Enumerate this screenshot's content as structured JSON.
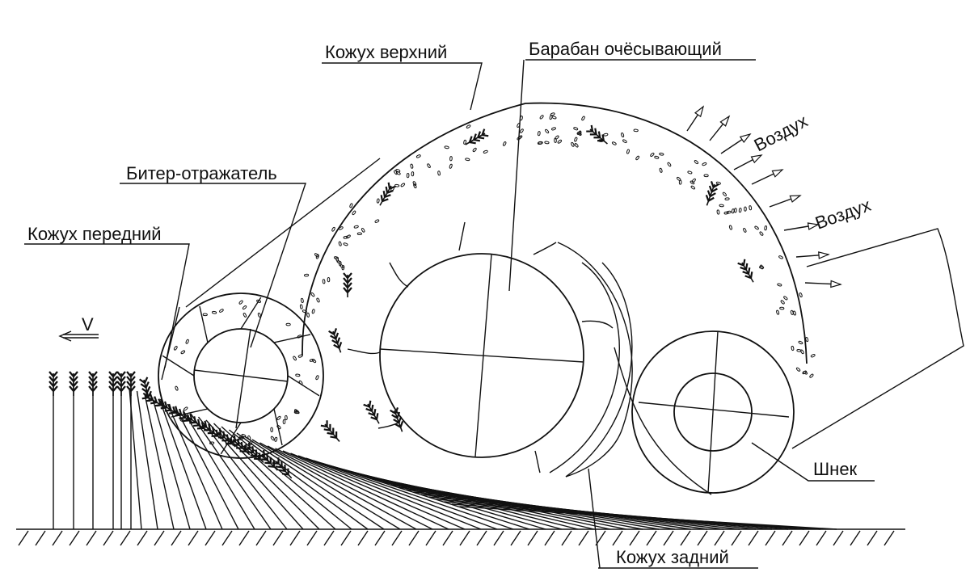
{
  "labels": {
    "kozhukh_verkhniy": "Кожух верхний",
    "baraban": "Барабан очёсывающий",
    "biter": "Битер-отражатель",
    "kozhukh_peredniy": "Кожух передний",
    "velocity": "V",
    "vozdukh_1": "Воздух",
    "vozdukh_2": "Воздух",
    "shnek": "Шнек",
    "kozhukh_zadniy": "Кожух задний"
  }
}
